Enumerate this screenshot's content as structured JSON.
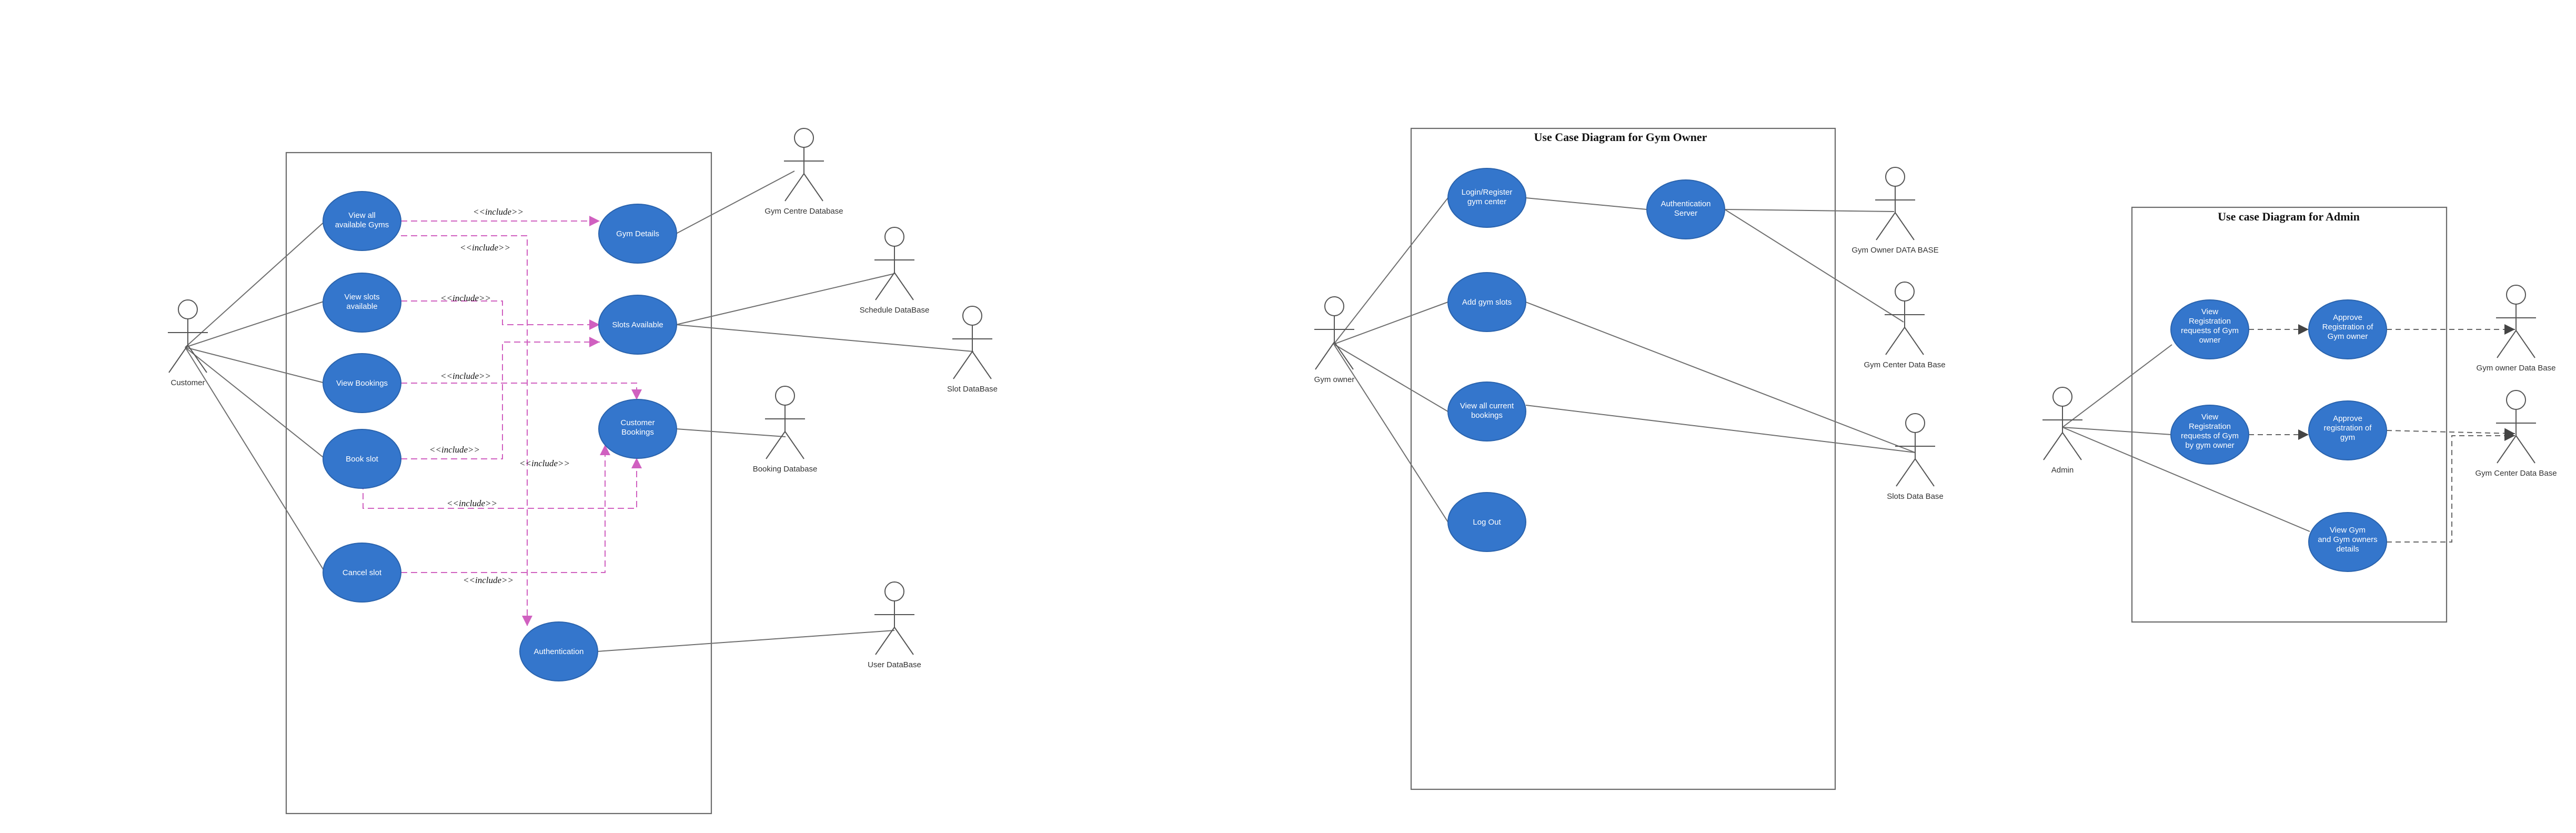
{
  "diagrams": {
    "customer": {
      "title": "",
      "actors": {
        "customer": "Customer",
        "gym_centre_db": "Gym Centre Database",
        "schedule_db": "Schedule DataBase",
        "slot_db": "Slot DataBase",
        "booking_db": "Booking Database",
        "user_db": "User DataBase"
      },
      "use_cases": {
        "view_gyms": [
          "View all",
          "available Gyms"
        ],
        "view_slots": [
          "View slots",
          "available"
        ],
        "view_bookings": [
          "View Bookings"
        ],
        "book_slot": [
          "Book slot"
        ],
        "cancel_slot": [
          "Cancel slot"
        ],
        "gym_details": [
          "Gym Details"
        ],
        "slots_available": [
          "Slots Available"
        ],
        "customer_bookings": [
          "Customer",
          "Bookings"
        ],
        "authentication": [
          "Authentication"
        ]
      },
      "include_label": "<<include>>"
    },
    "gym_owner": {
      "title": "Use Case Diagram for Gym Owner",
      "actors": {
        "gym_owner": "Gym owner",
        "owner_db": "Gym Owner DATA BASE",
        "center_db": "Gym Center Data Base",
        "slots_db": "Slots Data Base"
      },
      "use_cases": {
        "login": [
          "Login/Register",
          "gym center"
        ],
        "auth_server": [
          "Authentication",
          "Server"
        ],
        "add_slots": [
          "Add gym slots"
        ],
        "view_bookings": [
          "View all current",
          "bookings"
        ],
        "logout": [
          "Log Out"
        ]
      }
    },
    "admin": {
      "title": "Use case Diagram for Admin",
      "actors": {
        "admin": "Admin",
        "owner_db": "Gym owner Data Base",
        "center_db": "Gym Center Data Base"
      },
      "use_cases": {
        "view_owner_req": [
          "View",
          "Registration",
          "requests of  Gym",
          "owner"
        ],
        "approve_owner": [
          "Approve",
          "Registration of",
          "Gym owner"
        ],
        "view_gym_req": [
          "View",
          "Registration",
          "requests of  Gym",
          "by gym owner"
        ],
        "approve_gym": [
          "Approve",
          "registration of",
          "gym"
        ],
        "view_details": [
          "View Gym",
          "and Gym owners",
          "details"
        ]
      }
    }
  },
  "colors": {
    "use_case_fill": "#3476cc",
    "include_arrow": "#d060c0",
    "line": "#6f6f6f"
  }
}
